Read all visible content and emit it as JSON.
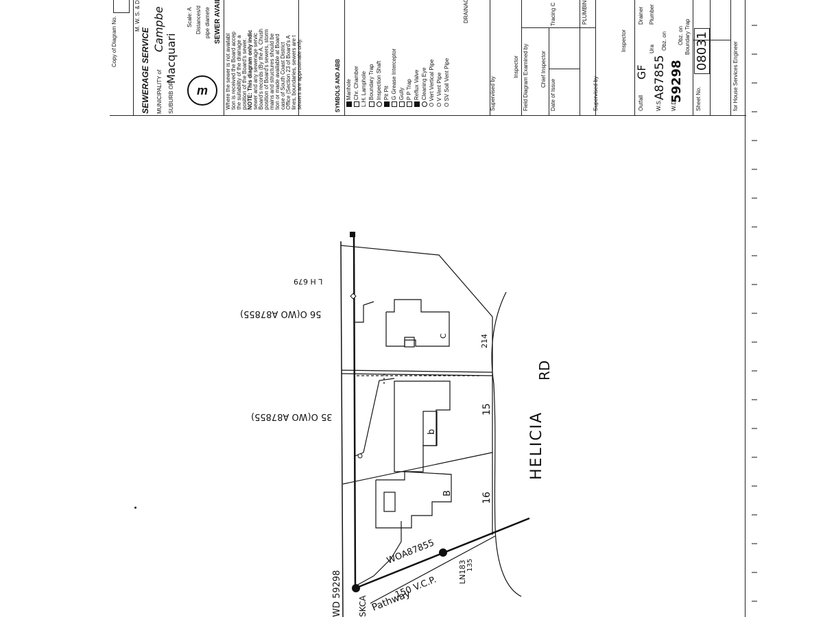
{
  "header": {
    "copy_of_diagram": "Copy of Diagram No.",
    "org_code": "M. W. S. & D.",
    "sewerage_service": "SEWERAGE SERVICE",
    "municipality_label": "MUNICIPALITY of",
    "municipality_value": "Campbe",
    "suburb_label": "SUBURB OF",
    "suburb_value": "Macquari",
    "scale": "Scale: A",
    "distances": "Distances/d",
    "pipe_diameter": "pipe diamete",
    "sewer_available_title": "SEWER AVAILA",
    "note_lines": [
      "Where the sewer is not availabl",
      "tion is received the Board accep",
      "the suitability of the drainage a",
      "position of the Board's sewer.",
      "NOTE: This diagram only indic",
      "sewer and any sewerage servic",
      "Board's records (By the A. Chush",
      "position of Board's sewers, storm",
      "mains and structures should be",
      "tion or made available at Board",
      "case of South Coast District",
      "Office (Section 23 of Board's A",
      "lines, boundaries, sewers are t",
      "sewers are approximate only."
    ],
    "symbols_title": "SYMBOLS AND ABB",
    "symbols": [
      {
        "code": "",
        "label": "Manhole"
      },
      {
        "code": "Chr.",
        "label": "Chamber"
      },
      {
        "code": "L.H.",
        "label": "Lamphole"
      },
      {
        "code": "",
        "label": "Boundary Trap"
      },
      {
        "code": "",
        "label": "Inspection Shaft"
      },
      {
        "code": "Pit",
        "label": "Pit"
      },
      {
        "code": "G",
        "label": "Grease Interceptor"
      },
      {
        "code": "",
        "label": "Gully"
      },
      {
        "code": "P",
        "label": "P Trap"
      },
      {
        "code": "",
        "label": "Reflux Valve"
      },
      {
        "code": "",
        "label": "Cleaning Eye"
      },
      {
        "code": "O Vert",
        "label": "Vertical Pipe"
      },
      {
        "code": "O V",
        "label": "Vent Pipe"
      },
      {
        "code": "O SV",
        "label": "Soil Vent Pipe"
      }
    ],
    "drainage_label": "DRAINAG",
    "supervised_by_1": "Supervised by",
    "inspector": "Inspector",
    "field_diagram_examined": "Field Diagram Examined by",
    "chief_inspector": "Chief Inspector",
    "date_of_issue": "Date of Issue",
    "tracing_c": "Tracing C",
    "plumbing": "PLUMBING",
    "supervised_by_2": "Supervised by",
    "inspector_2": "Inspector",
    "outfall_label": "Outfall",
    "outfall_value": "GF",
    "drainer": "Drainer",
    "ura": "Ura",
    "plumber": "Plumber",
    "ws_label": "W.S.",
    "ws_value": "A87855",
    "sheet_on_1": "Obz. on",
    "wd_label": "W.D.",
    "wd_value": "59298",
    "sheet_on_2": "Obz. on",
    "boundary_trap": "Boundary Trap",
    "sheet_no_label": "Sheet No.",
    "sheet_no_value": "08031",
    "engineer": "for House Services Engineer"
  },
  "map": {
    "road_name_1": "HELICIA",
    "road_name_2": "RD",
    "lot_numbers": [
      "214",
      "15",
      "16"
    ],
    "house_labels": [
      "C",
      "b",
      "B"
    ],
    "sewer_label_1": "56 O(WO A87855)",
    "sewer_label_2": "35 O(WO A87855)",
    "lh_label": "L H 679",
    "main_label": "WOA87855",
    "pipe_label": "150 V.C.P.",
    "pathway_label": "Pathway",
    "ln_label": "LN183",
    "wd_side_label": "WD 59298",
    "sk_label": "SKCA",
    "misc_135": "135"
  }
}
